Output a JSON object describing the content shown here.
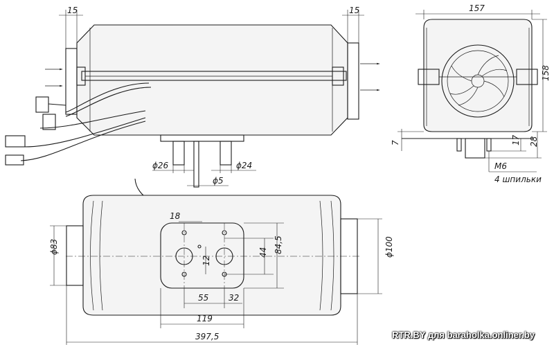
{
  "dimensions": {
    "flange_left_width": "15",
    "flange_right_width": "15",
    "end_view_width": "157",
    "end_view_height": "158",
    "base_offset": "7",
    "stud_height": "17",
    "mount_height": "28",
    "stud_thread": "M6",
    "stud_count_label": "4 шпильки",
    "pipe_diameter_left": "ϕ26",
    "pipe_diameter_right": "ϕ24",
    "pin_diameter": "ϕ5",
    "hole_spacing_top": "18",
    "hole_offset_12": "12",
    "vertical_44": "44",
    "vertical_84_5": "84,5",
    "horizontal_55": "55",
    "horizontal_32": "32",
    "width_119": "119",
    "overall_length": "397,5",
    "inlet_diameter": "ϕ83",
    "outlet_diameter": "ϕ100"
  },
  "watermark": "RTR.BY для baraholka.onliner.by"
}
